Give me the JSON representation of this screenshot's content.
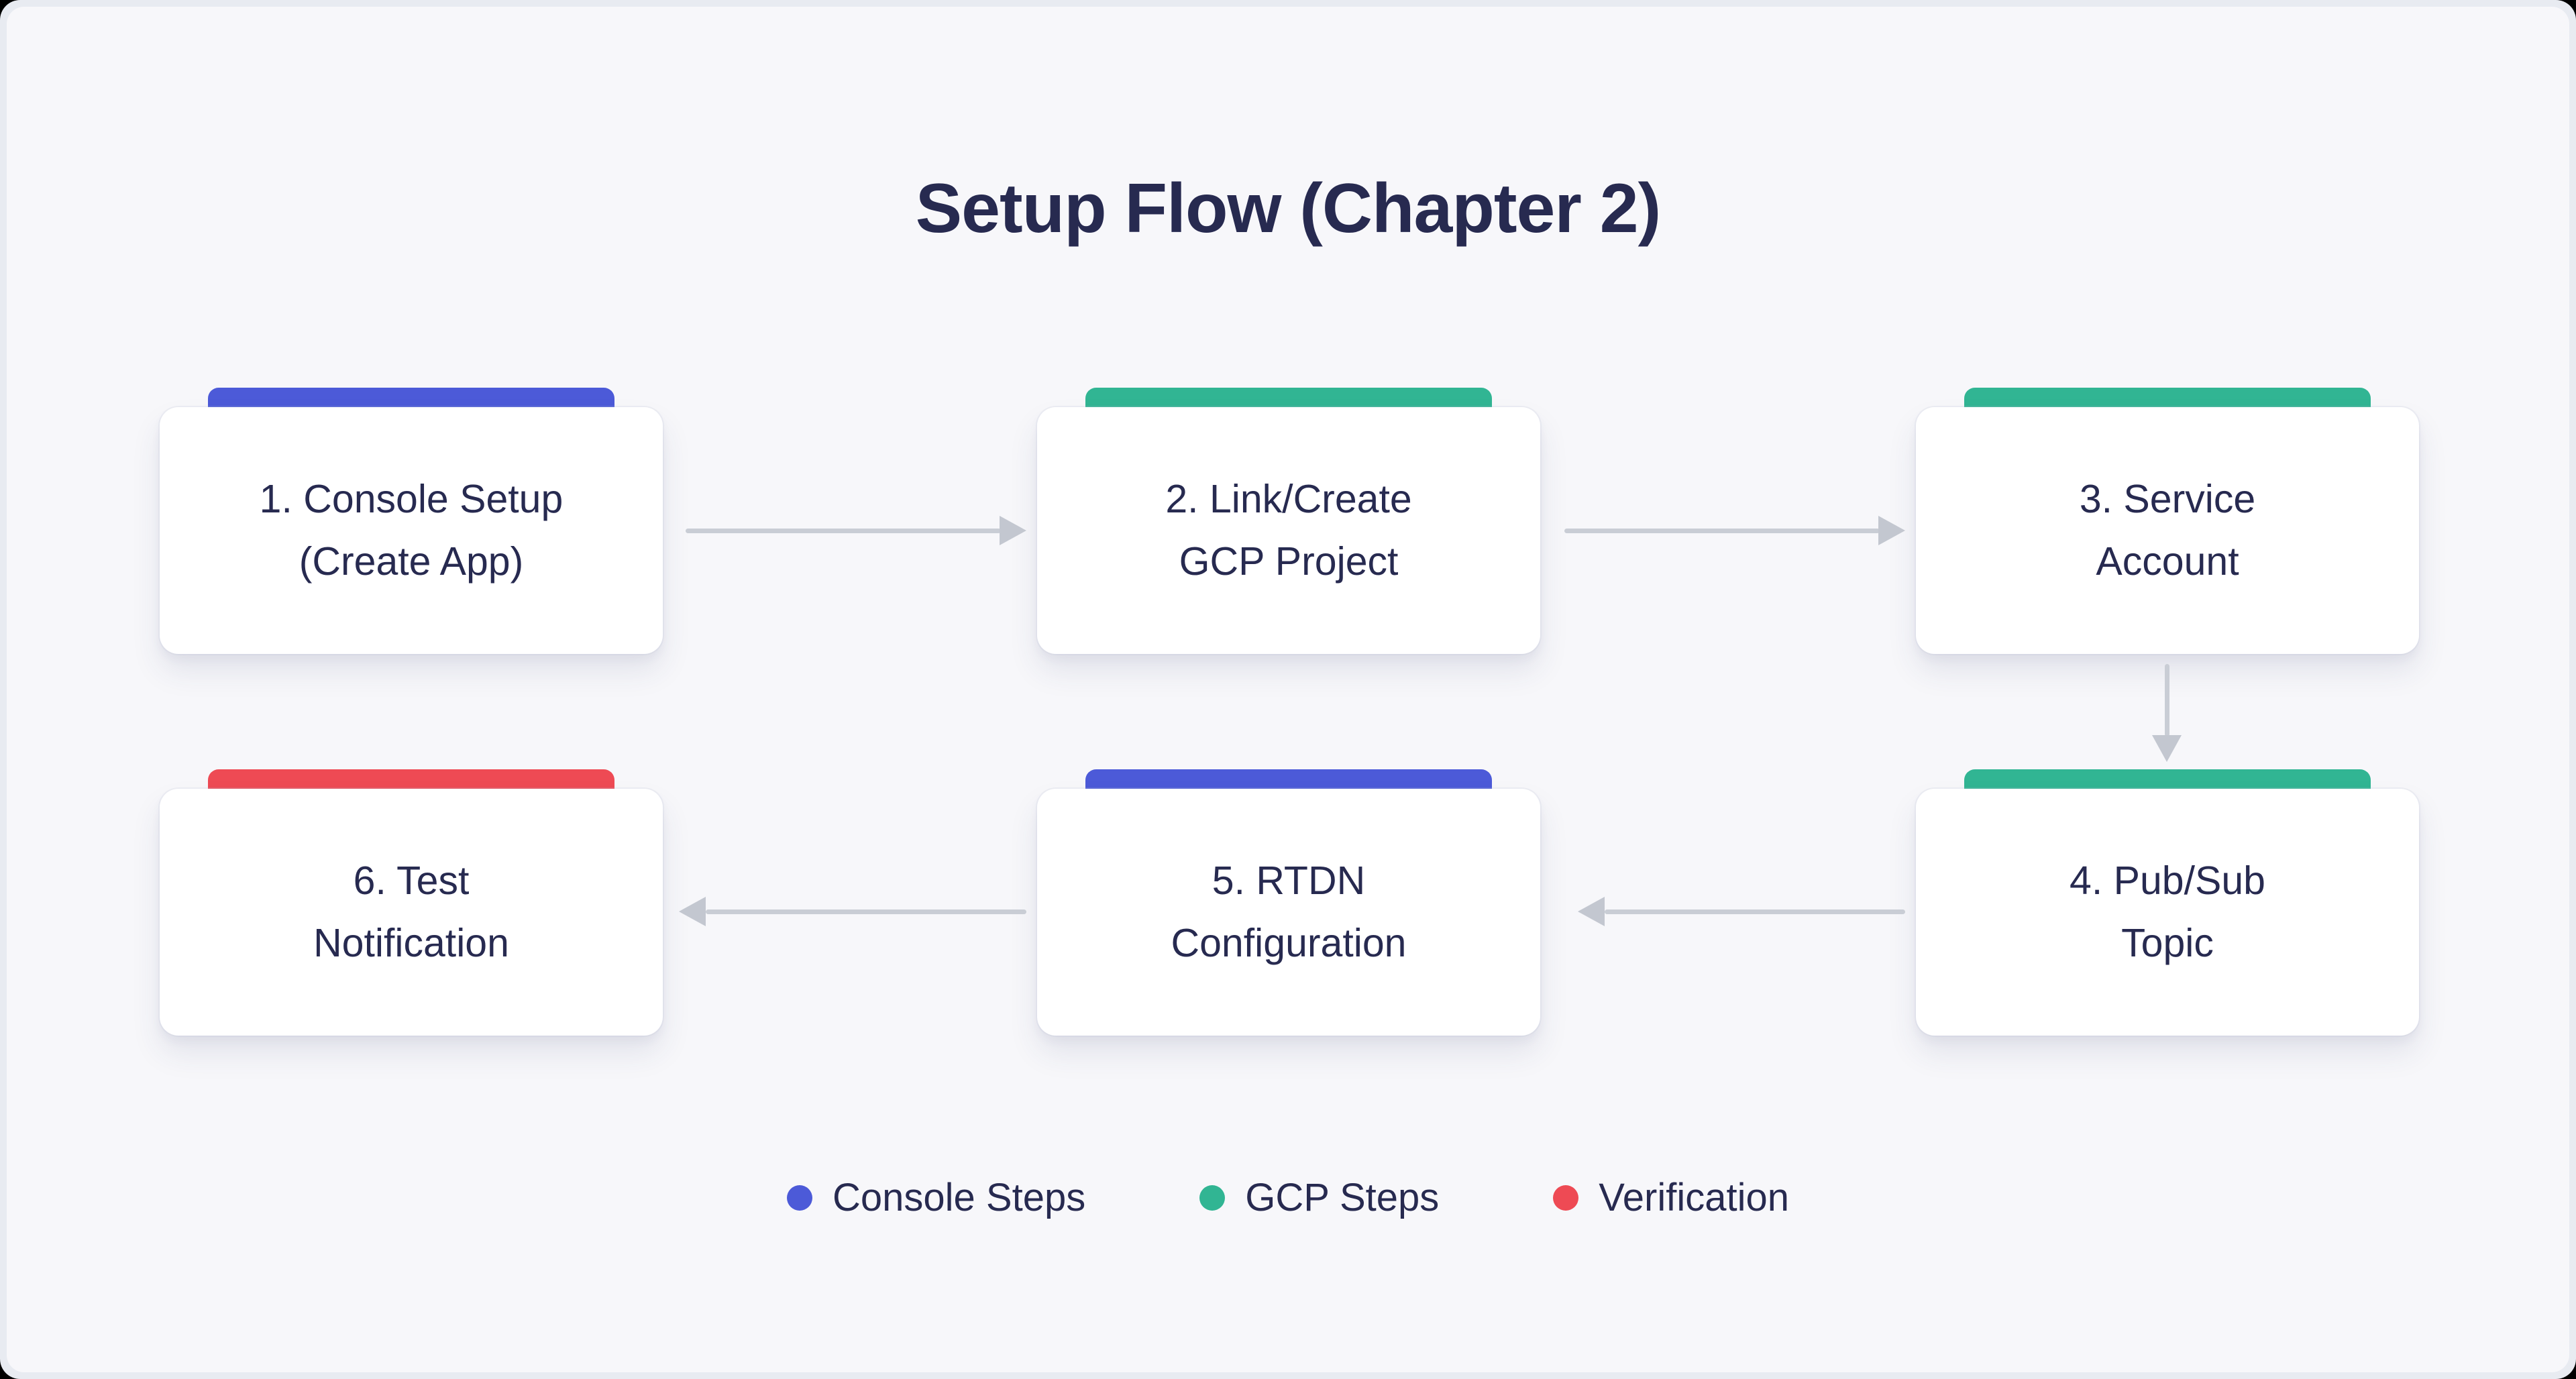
{
  "title": "Setup Flow (Chapter 2)",
  "colors": {
    "console_blue": "#4c5ad8",
    "gcp_green": "#31b593",
    "verification_red": "#ee4a54",
    "text_navy": "#272a50",
    "arrow_gray": "#c9cdd5",
    "canvas_bg": "#f7f7fa",
    "card_bg": "#ffffff"
  },
  "nodes": [
    {
      "lines": [
        "1. Console Setup",
        "(Create App)"
      ],
      "category": "console",
      "accent": "#4c5ad8"
    },
    {
      "lines": [
        "2. Link/Create",
        "GCP Project"
      ],
      "category": "gcp",
      "accent": "#31b593"
    },
    {
      "lines": [
        "3. Service",
        "Account"
      ],
      "category": "gcp",
      "accent": "#31b593"
    },
    {
      "lines": [
        "4. Pub/Sub",
        "Topic"
      ],
      "category": "gcp",
      "accent": "#31b593"
    },
    {
      "lines": [
        "5. RTDN",
        "Configuration"
      ],
      "category": "console",
      "accent": "#4c5ad8"
    },
    {
      "lines": [
        "6. Test",
        "Notification"
      ],
      "category": "verification",
      "accent": "#ee4a54"
    }
  ],
  "arrows": [
    {
      "from": 1,
      "to": 2,
      "direction": "right"
    },
    {
      "from": 2,
      "to": 3,
      "direction": "right"
    },
    {
      "from": 3,
      "to": 4,
      "direction": "down"
    },
    {
      "from": 4,
      "to": 5,
      "direction": "left"
    },
    {
      "from": 5,
      "to": 6,
      "direction": "left"
    }
  ],
  "legend": [
    {
      "label": "Console Steps",
      "color": "#4c5ad8"
    },
    {
      "label": "GCP Steps",
      "color": "#31b593"
    },
    {
      "label": "Verification",
      "color": "#ee4a54"
    }
  ]
}
